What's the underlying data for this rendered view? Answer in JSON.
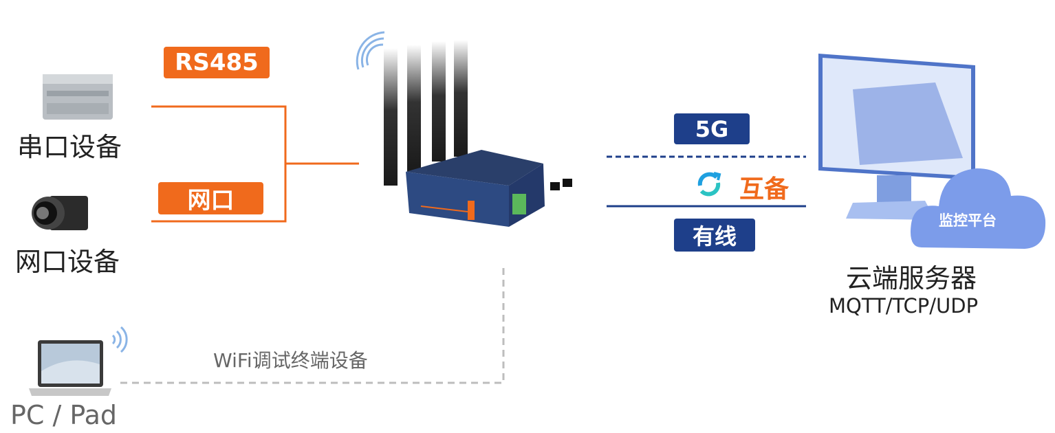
{
  "left": {
    "rs485_badge": "RS485",
    "serial_device_label": "串口设备",
    "ethernet_badge": "网口",
    "ethernet_device_label": "网口设备",
    "wifi_debug_label": "WiFi调试终端设备",
    "pc_pad_label": "PC / Pad"
  },
  "right": {
    "badge_5g": "5G",
    "backup_label": "互备",
    "wired_badge": "有线",
    "cloud_label": "监控平台",
    "server_label": "云端服务器",
    "protocols_label": "MQTT/TCP/UDP"
  },
  "colors": {
    "orange": "#f06a1c",
    "navy": "#1e3f8a",
    "gray_line": "#bdbdbd"
  }
}
